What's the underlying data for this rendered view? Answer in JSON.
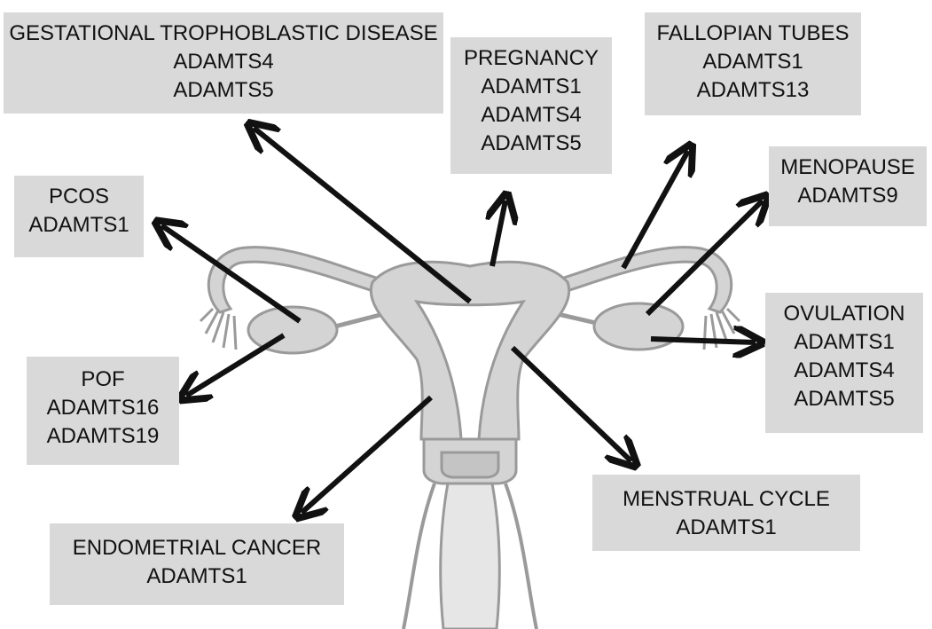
{
  "boxes": {
    "gestational_trophoblastic_disease": {
      "title": "GESTATIONAL TROPHOBLASTIC DISEASE",
      "genes": [
        "ADAMTS4",
        "ADAMTS5"
      ]
    },
    "pregnancy": {
      "title": "PREGNANCY",
      "genes": [
        "ADAMTS1",
        "ADAMTS4",
        "ADAMTS5"
      ]
    },
    "fallopian_tubes": {
      "title": "FALLOPIAN TUBES",
      "genes": [
        "ADAMTS1",
        "ADAMTS13"
      ]
    },
    "menopause": {
      "title": "MENOPAUSE",
      "genes": [
        "ADAMTS9"
      ]
    },
    "pcos": {
      "title": "PCOS",
      "genes": [
        "ADAMTS1"
      ]
    },
    "ovulation": {
      "title": "OVULATION",
      "genes": [
        "ADAMTS1",
        "ADAMTS4",
        "ADAMTS5"
      ]
    },
    "pof": {
      "title": "POF",
      "genes": [
        "ADAMTS16",
        "ADAMTS19"
      ]
    },
    "menstrual_cycle": {
      "title": "MENSTRUAL CYCLE",
      "genes": [
        "ADAMTS1"
      ]
    },
    "endometrial_cancer": {
      "title": "ENDOMETRIAL CANCER",
      "genes": [
        "ADAMTS1"
      ]
    }
  },
  "colors": {
    "box_fill": "#d9d9d9",
    "organ_fill": "#d4d4d4",
    "organ_stroke": "#9a9a9a",
    "arrow": "#111111"
  }
}
